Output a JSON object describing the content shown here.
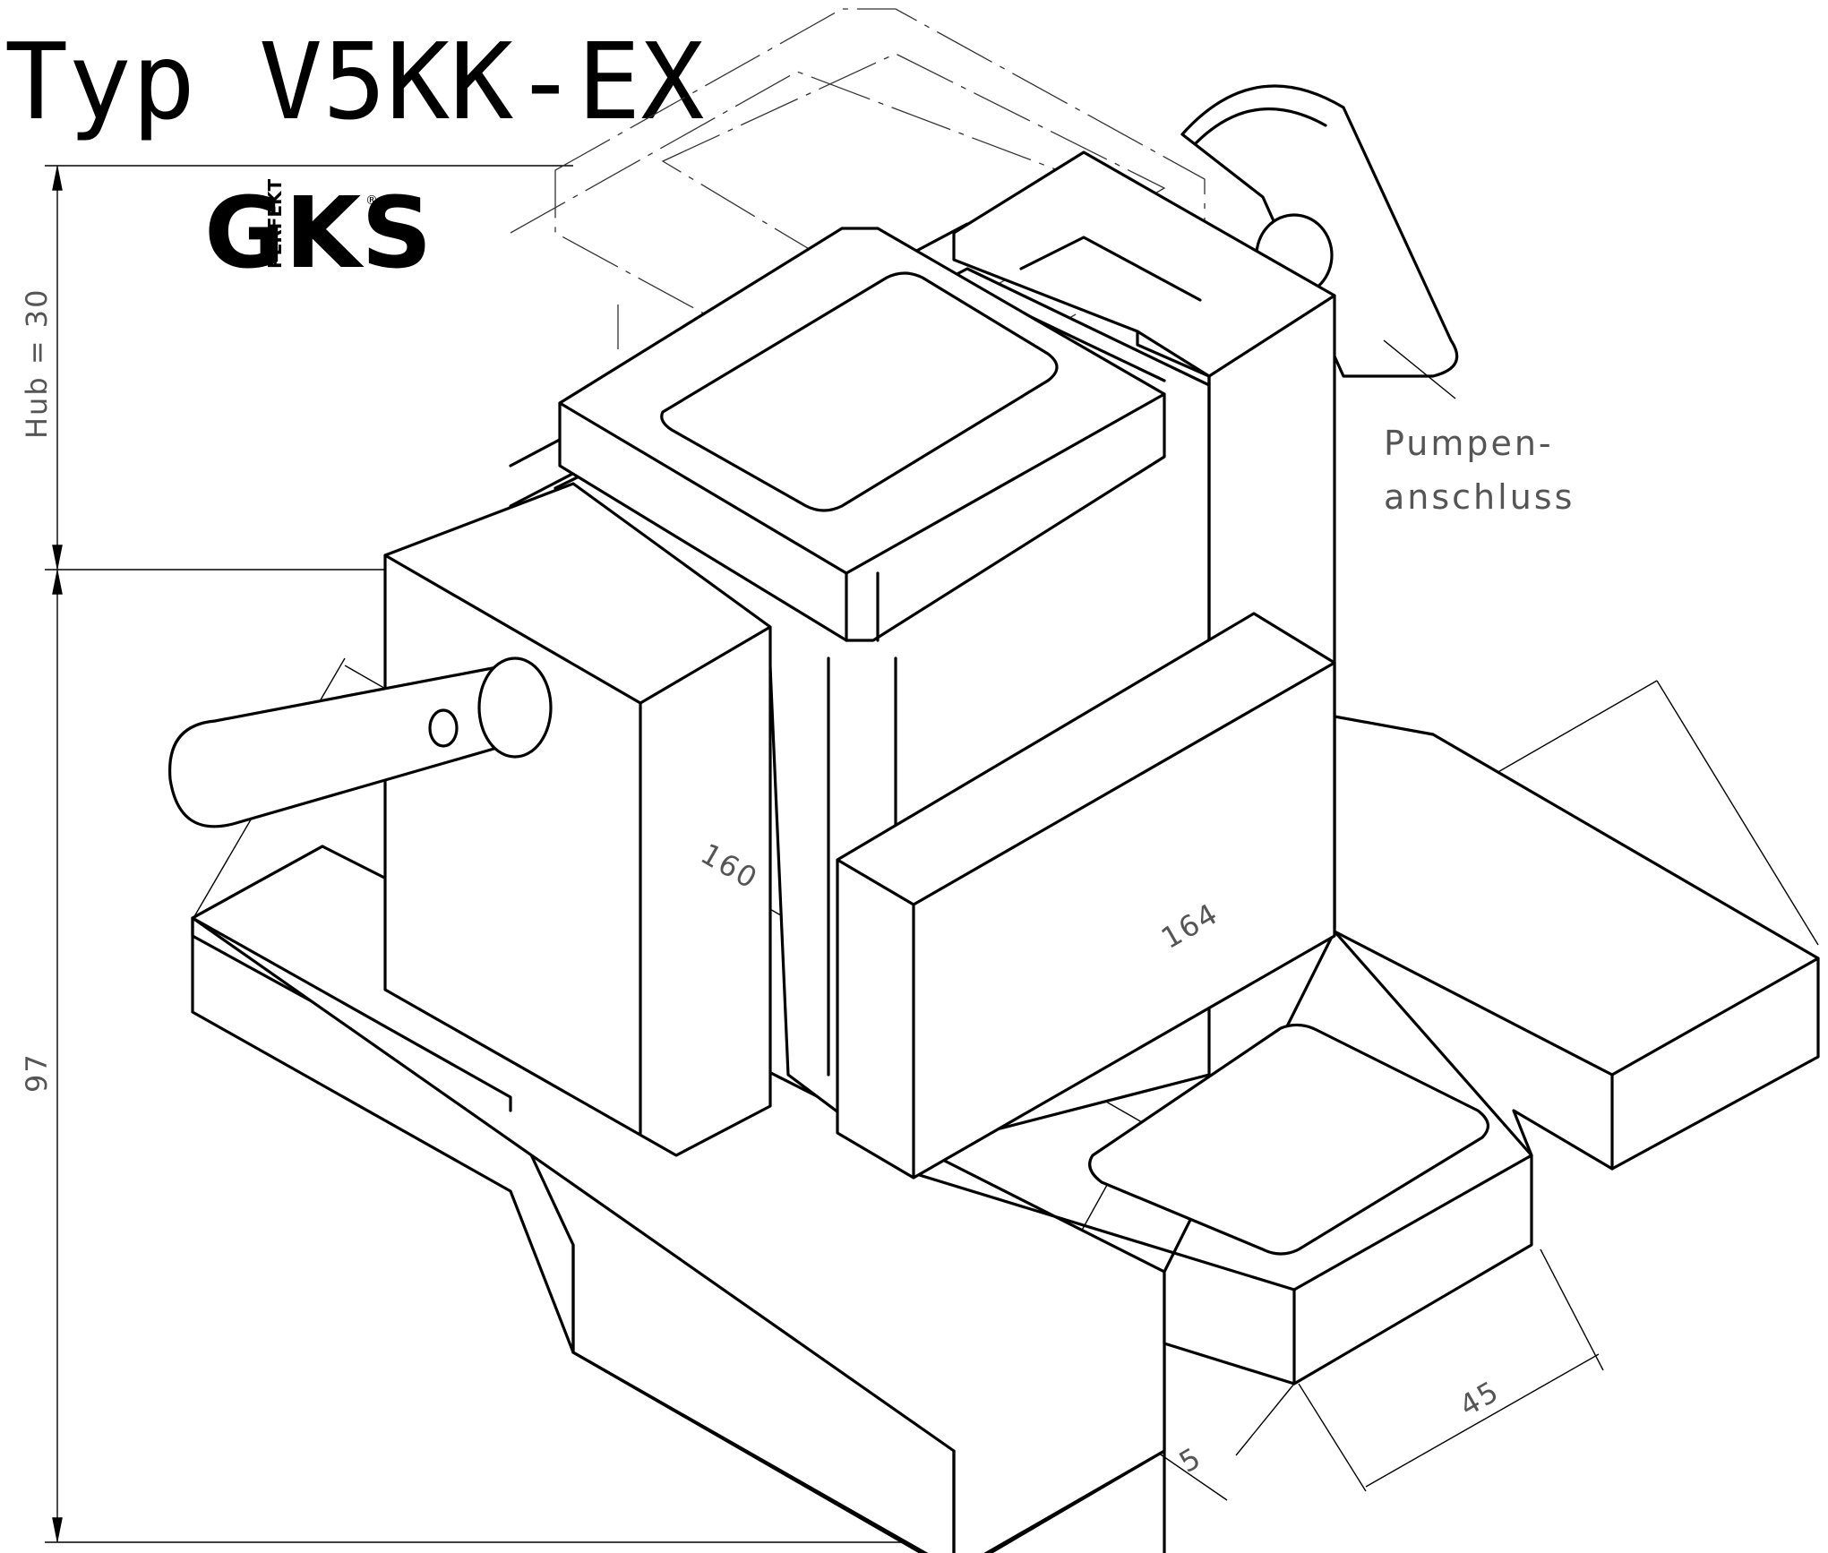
{
  "title": "Typ V5KK-EX",
  "logo": {
    "letters_left": "G",
    "letters_right": "KS",
    "vertical_word": "PERFEKT",
    "registered_mark": "®"
  },
  "dimensions": {
    "stroke": "Hub = 30",
    "height": "97",
    "diag_160": "160",
    "diag_164": "164",
    "width_45": "45",
    "width_5": "5"
  },
  "callout": {
    "line1": "Pumpen-",
    "line2": "anschluss"
  },
  "colors": {
    "line": "#000000",
    "dimension_text": "#555555",
    "background": "#ffffff"
  }
}
